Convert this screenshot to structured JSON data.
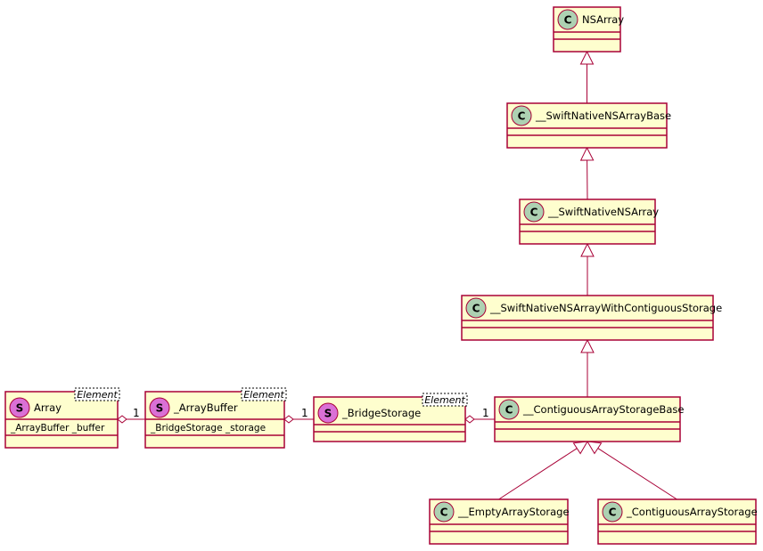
{
  "diagram": {
    "nodes": [
      {
        "id": "nsarray",
        "kind": "C",
        "name": "NSArray",
        "fields": []
      },
      {
        "id": "swiftNativeBase",
        "kind": "C",
        "name": "__SwiftNativeNSArrayBase",
        "fields": []
      },
      {
        "id": "swiftNative",
        "kind": "C",
        "name": "__SwiftNativeNSArray",
        "fields": []
      },
      {
        "id": "swiftNativeContig",
        "kind": "C",
        "name": "__SwiftNativeNSArrayWithContiguousStorage",
        "fields": []
      },
      {
        "id": "contigBase",
        "kind": "C",
        "name": "__ContiguousArrayStorageBase",
        "fields": []
      },
      {
        "id": "emptyStorage",
        "kind": "C",
        "name": "__EmptyArrayStorage",
        "fields": []
      },
      {
        "id": "contigStorage",
        "kind": "C",
        "name": "_ContiguousArrayStorage",
        "fields": []
      },
      {
        "id": "array",
        "kind": "S",
        "name": "Array",
        "tparam": "Element",
        "fields": [
          "_ArrayBuffer _buffer"
        ]
      },
      {
        "id": "arrayBuffer",
        "kind": "S",
        "name": "_ArrayBuffer",
        "tparam": "Element",
        "fields": [
          "_BridgeStorage _storage"
        ]
      },
      {
        "id": "bridgeStorage",
        "kind": "S",
        "name": "_BridgeStorage",
        "tparam": "Element",
        "fields": []
      }
    ],
    "inheritance": [
      {
        "child": "swiftNativeBase",
        "parent": "nsarray"
      },
      {
        "child": "swiftNative",
        "parent": "swiftNativeBase"
      },
      {
        "child": "swiftNativeContig",
        "parent": "swiftNative"
      },
      {
        "child": "contigBase",
        "parent": "swiftNativeContig"
      },
      {
        "child": "emptyStorage",
        "parent": "contigBase"
      },
      {
        "child": "contigStorage",
        "parent": "contigBase"
      }
    ],
    "aggregations": [
      {
        "from": "array",
        "to": "arrayBuffer",
        "multiplicity": "1"
      },
      {
        "from": "arrayBuffer",
        "to": "bridgeStorage",
        "multiplicity": "1"
      },
      {
        "from": "bridgeStorage",
        "to": "contigBase",
        "multiplicity": "1"
      }
    ]
  }
}
